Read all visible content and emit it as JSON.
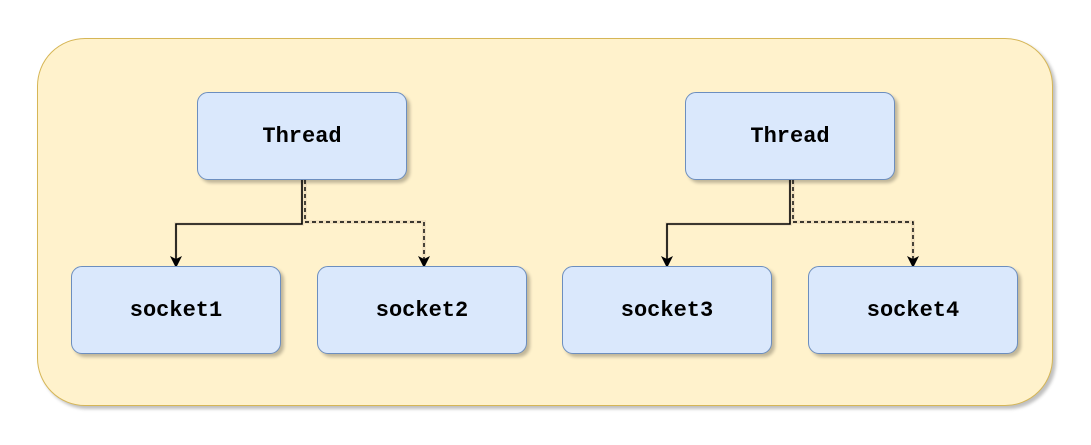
{
  "diagram": {
    "groups": [
      {
        "thread_label": "Thread",
        "sockets": [
          {
            "label": "socket1",
            "edge_style": "solid"
          },
          {
            "label": "socket2",
            "edge_style": "dashed"
          }
        ]
      },
      {
        "thread_label": "Thread",
        "sockets": [
          {
            "label": "socket3",
            "edge_style": "solid"
          },
          {
            "label": "socket4",
            "edge_style": "dashed"
          }
        ]
      }
    ],
    "colors": {
      "container_fill": "#fff2cc",
      "container_stroke": "#d6b656",
      "node_fill": "#dae8fc",
      "node_stroke": "#6c8ebf",
      "edge": "#000000"
    }
  }
}
